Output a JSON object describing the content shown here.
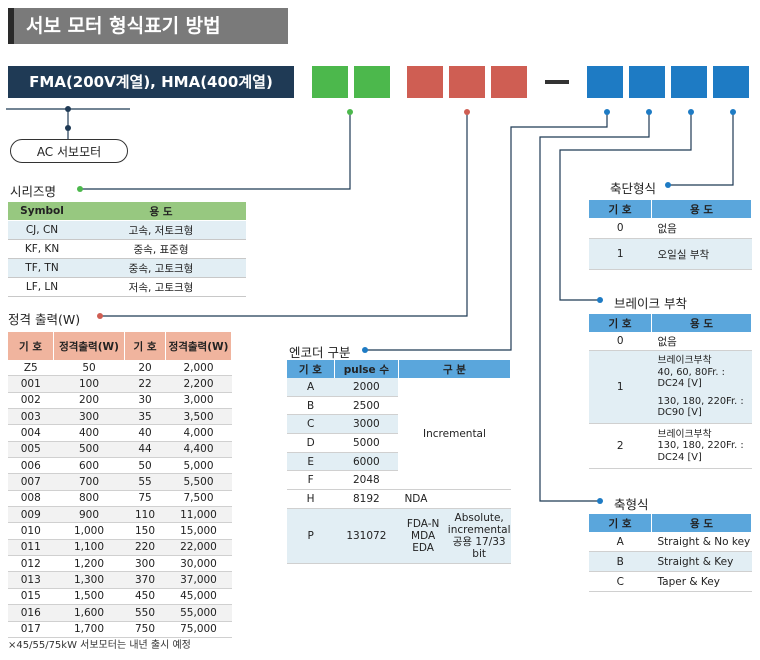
{
  "title": "서보 모터 형식표기 방법",
  "model": "FMA(200V계열), HMA(400계열)",
  "ac_label": "AC 서보모터",
  "series": {
    "title": "시리즈명",
    "headers": [
      "Symbol",
      "용 도"
    ],
    "rows": [
      [
        "CJ, CN",
        "고속, 저토크형"
      ],
      [
        "KF, KN",
        "중속, 표준형"
      ],
      [
        "TF, TN",
        "중속, 고토크형"
      ],
      [
        "LF, LN",
        "저속, 고토크형"
      ]
    ]
  },
  "power": {
    "title": "정격 출력(W)",
    "headers": [
      "기 호",
      "정격출력(W)",
      "기 호",
      "정격출력(W)"
    ],
    "rows": [
      [
        "Z5",
        "50",
        "20",
        "2,000"
      ],
      [
        "001",
        "100",
        "22",
        "2,200"
      ],
      [
        "002",
        "200",
        "30",
        "3,000"
      ],
      [
        "003",
        "300",
        "35",
        "3,500"
      ],
      [
        "004",
        "400",
        "40",
        "4,000"
      ],
      [
        "005",
        "500",
        "44",
        "4,400"
      ],
      [
        "006",
        "600",
        "50",
        "5,000"
      ],
      [
        "007",
        "700",
        "55",
        "5,500"
      ],
      [
        "008",
        "800",
        "75",
        "7,500"
      ],
      [
        "009",
        "900",
        "110",
        "11,000"
      ],
      [
        "010",
        "1,000",
        "150",
        "15,000"
      ],
      [
        "011",
        "1,100",
        "220",
        "22,000"
      ],
      [
        "012",
        "1,200",
        "300",
        "30,000"
      ],
      [
        "013",
        "1,300",
        "370",
        "37,000"
      ],
      [
        "015",
        "1,500",
        "450",
        "45,000"
      ],
      [
        "016",
        "1,600",
        "550",
        "55,000"
      ],
      [
        "017",
        "1,700",
        "750",
        "75,000"
      ]
    ],
    "note": "×45/55/75kW 서보모터는 내년 출시 예정"
  },
  "encoder": {
    "title": "엔코더 구분",
    "headers": [
      "기 호",
      "pulse 수",
      "구 분"
    ],
    "rows": [
      [
        "A",
        "2000"
      ],
      [
        "B",
        "2500"
      ],
      [
        "C",
        "3000"
      ],
      [
        "D",
        "5000"
      ],
      [
        "E",
        "6000"
      ],
      [
        "F",
        "2048"
      ]
    ],
    "incremental": "Incremental",
    "h_row": [
      "H",
      "8192",
      "NDA"
    ],
    "p_row": {
      "sym": "P",
      "pulse": "131072",
      "type": "FDA-N\nMDA\nEDA",
      "desc": "Absolute,\nincremental\n공용 17/33 bit"
    }
  },
  "shaft_end": {
    "title": "축단형식",
    "headers": [
      "기 호",
      "용 도"
    ],
    "rows": [
      [
        "0",
        "없음"
      ],
      [
        "1",
        "오일실 부착"
      ]
    ]
  },
  "brake": {
    "title": "브레이크 부착",
    "headers": [
      "기 호",
      "용 도"
    ],
    "row0": [
      "0",
      "없음"
    ],
    "row1": {
      "sym": "1",
      "text1": "브레이크부착\n40, 60, 80Fr. :\nDC24 [V]",
      "text2": "130, 180, 220Fr. :\nDC90 [V]"
    },
    "row2": {
      "sym": "2",
      "text": "브레이크부착\n130, 180, 220Fr. :\nDC24 [V]"
    }
  },
  "shaft": {
    "title": "축형식",
    "headers": [
      "기 호",
      "용 도"
    ],
    "rows": [
      [
        "A",
        "Straight & No key"
      ],
      [
        "B",
        "Straight & Key"
      ],
      [
        "C",
        "Taper & Key"
      ]
    ]
  }
}
